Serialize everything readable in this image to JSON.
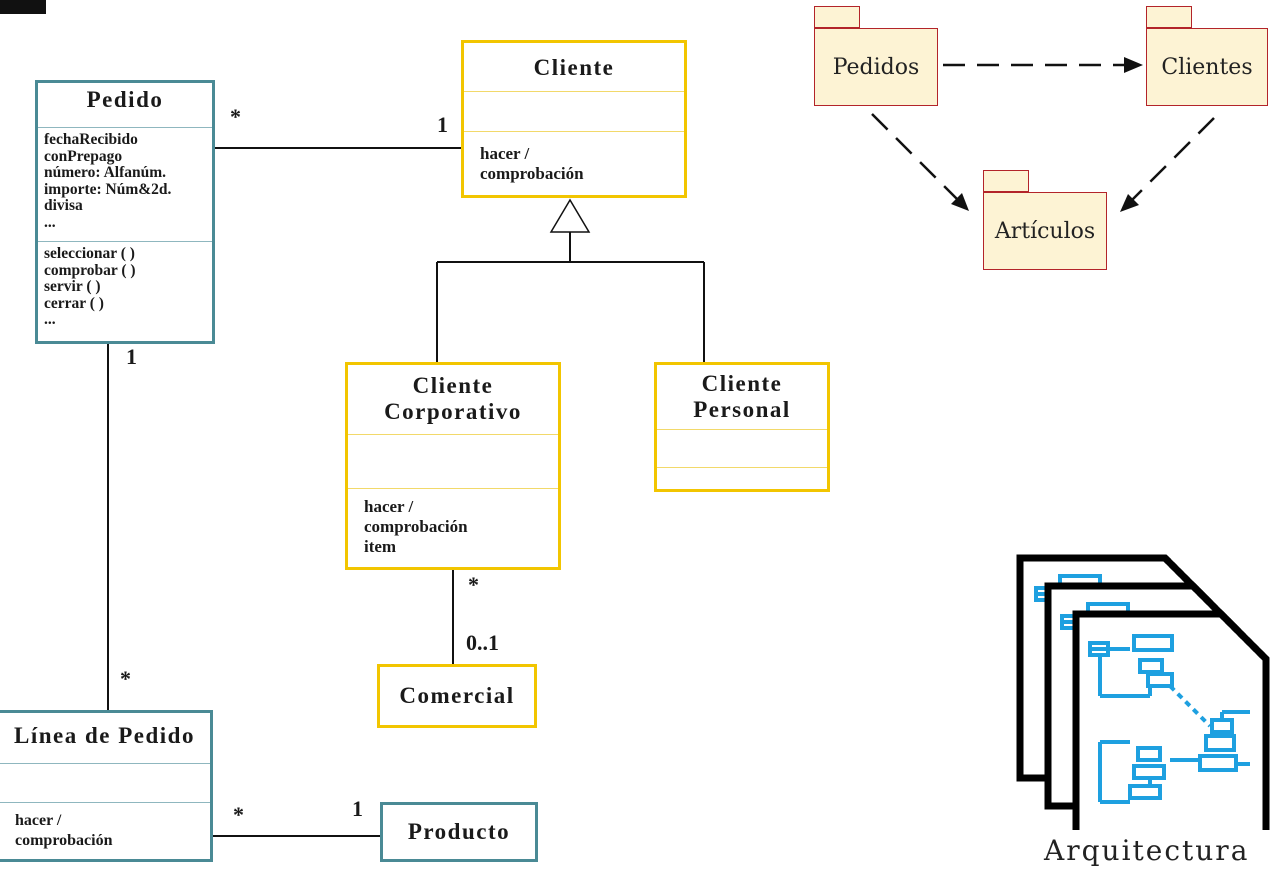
{
  "classes": {
    "pedido": {
      "name": "Pedido",
      "attributes": [
        "fechaRecibido",
        "conPrepago",
        "número: Alfanúm.",
        "importe: Núm&2d.",
        "divisa",
        "..."
      ],
      "operations": [
        "seleccionar ( )",
        "comprobar ( )",
        "servir ( )",
        "cerrar ( )",
        "..."
      ]
    },
    "cliente": {
      "name": "Cliente",
      "operations": "hacer /\ncomprobación"
    },
    "cliente_corporativo": {
      "name": "Cliente\nCorporativo",
      "operations": "hacer /\ncomprobación\nitem"
    },
    "cliente_personal": {
      "name": "Cliente\nPersonal"
    },
    "comercial": {
      "name": "Comercial"
    },
    "linea_pedido": {
      "name": "Línea de Pedido",
      "operations": "hacer /\ncomprobación"
    },
    "producto": {
      "name": "Producto"
    }
  },
  "multiplicities": {
    "pedido_cliente_pedido_end": "*",
    "pedido_cliente_cliente_end": "1",
    "pedido_linea_pedido_end": "1",
    "pedido_linea_linea_end": "*",
    "corporativo_comercial_corporativo_end": "*",
    "corporativo_comercial_comercial_end": "0..1",
    "linea_producto_linea_end": "*",
    "linea_producto_producto_end": "1"
  },
  "packages": {
    "pedidos": "Pedidos",
    "clientes": "Clientes",
    "articulos": "Artículos"
  },
  "architecture": {
    "caption": "Arquitectura",
    "icon": "stacked-class-diagrams-icon"
  },
  "colors": {
    "teal_border": "#4a8a95",
    "gold_border": "#f2c500",
    "package_border": "#b3242a",
    "package_fill": "#fdf3d4",
    "icon_blue": "#1ea0e0"
  }
}
